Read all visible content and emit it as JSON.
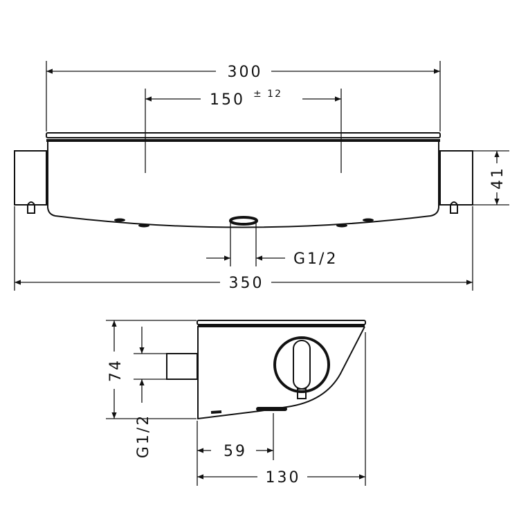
{
  "front_view": {
    "dim_overall_body": "300",
    "dim_connection_spacing": "150",
    "dim_connection_tolerance": "± 12",
    "dim_height": "41",
    "dim_outlet_thread": "G1/2",
    "dim_overall_width": "350"
  },
  "side_view": {
    "dim_depth_height": "74",
    "dim_inlet_thread": "G1/2",
    "dim_outlet_offset": "59",
    "dim_depth": "130"
  }
}
